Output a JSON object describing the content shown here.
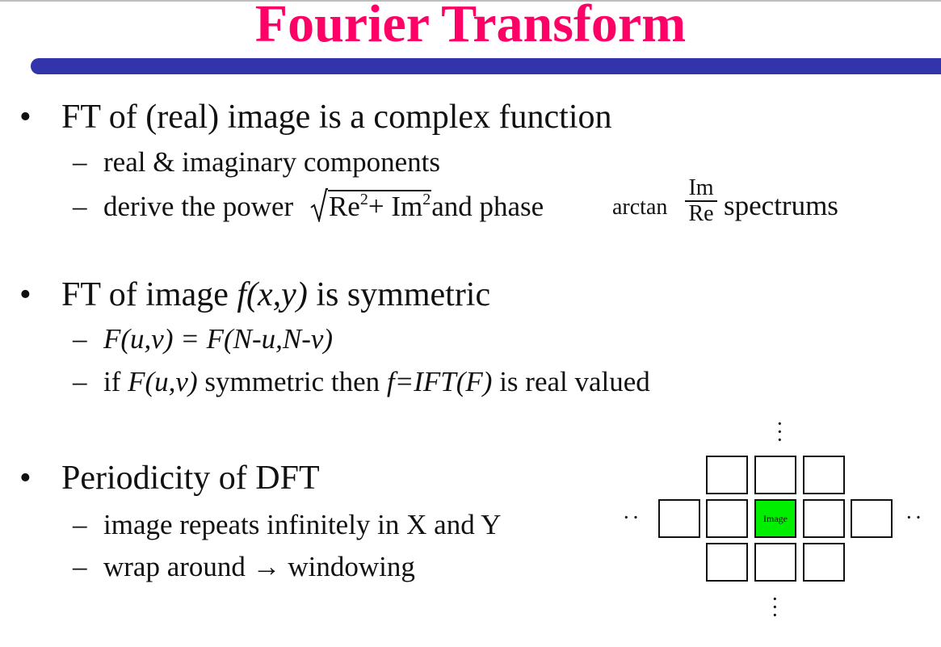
{
  "slide": {
    "title": "Fourier Transform",
    "title_color": "#ff0066",
    "bar_color": "#3333aa",
    "bullets": [
      {
        "text": "FT of (real) image is a complex function",
        "subs": [
          "real & imaginary components",
          {
            "prefix": "derive the power",
            "sqrt_re": "Re",
            "sqrt_plus": "+ Im",
            "exp": "2",
            "middle": "and phase",
            "arctan": "arctan",
            "frac_num": "Im",
            "frac_den": "Re",
            "suffix": "spectrums"
          }
        ]
      },
      {
        "text_plain": "FT of image",
        "text_italic": "f(x,y)",
        "text_tail": "is symmetric",
        "subs": [
          {
            "italic": "F(u,v) = F(N-u,N-v)"
          },
          {
            "p1": "if",
            "i1": "F(u,v)",
            "p2": "symmetric then",
            "i2": "f=IFT(F)",
            "p3": "is real valued"
          }
        ]
      },
      {
        "text": "Periodicity of DFT",
        "subs": [
          "image repeats infinitely in X and Y",
          "wrap around → windowing"
        ]
      }
    ],
    "diagram": {
      "center_label": "Image",
      "center_color": "#00ee00",
      "ellipsis": "· ·"
    }
  }
}
